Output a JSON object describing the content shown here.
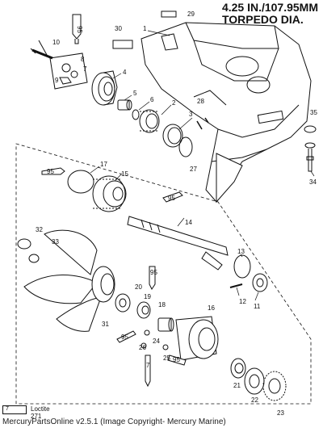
{
  "header": {
    "title_line1": "4.25 IN./107.95MM",
    "title_line2": "TORPEDO DIA."
  },
  "legend": {
    "box_number": "7",
    "text": "Loctite 271"
  },
  "footer": {
    "text": "MercuryPartsOnline v2.5.1 (Image Copyright- Mercury Marine)"
  },
  "callouts": [
    "1",
    "2",
    "3",
    "4",
    "5",
    "6",
    "7",
    "8",
    "9",
    "10",
    "11",
    "12",
    "13",
    "14",
    "15",
    "16",
    "17",
    "18",
    "19",
    "20",
    "21",
    "22",
    "23",
    "24",
    "25",
    "26",
    "27",
    "28",
    "29",
    "30",
    "31",
    "32",
    "33",
    "34",
    "35"
  ],
  "tube_labels": [
    "95",
    "95",
    "95",
    "95",
    "95",
    "95",
    "7"
  ]
}
